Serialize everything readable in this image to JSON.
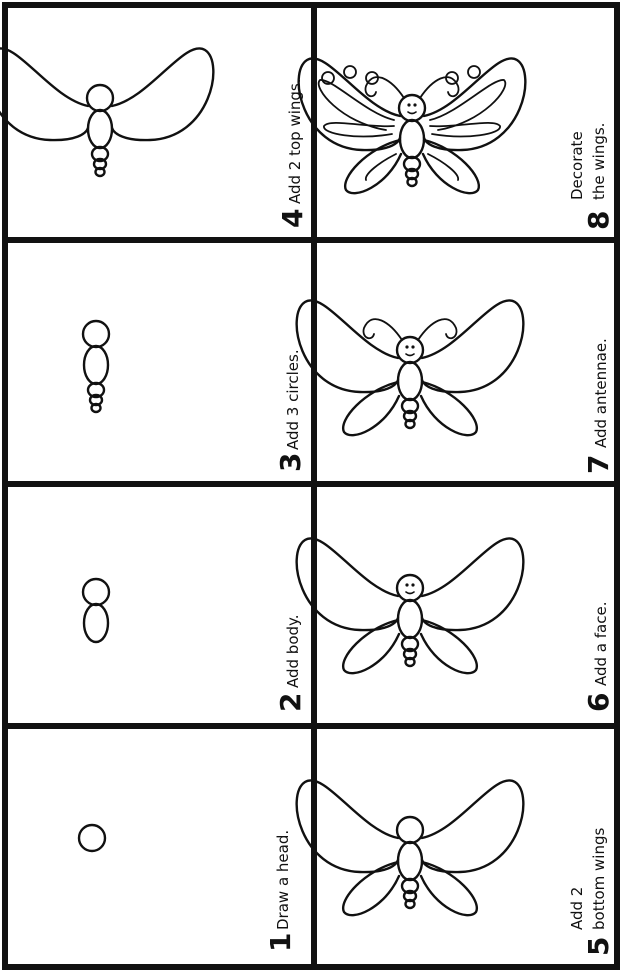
{
  "steps": [
    {
      "number": "1",
      "caption": "Draw a head."
    },
    {
      "number": "2",
      "caption": "Add body."
    },
    {
      "number": "3",
      "caption": "Add 3 circles."
    },
    {
      "number": "4",
      "caption": "Add 2 top wings."
    },
    {
      "number": "5",
      "caption_line1": "Add 2",
      "caption_line2": "bottom wings"
    },
    {
      "number": "6",
      "caption": "Add a face."
    },
    {
      "number": "7",
      "caption": "Add antennae."
    },
    {
      "number": "8",
      "caption_line1": "Decorate",
      "caption_line2": "the wings."
    }
  ]
}
